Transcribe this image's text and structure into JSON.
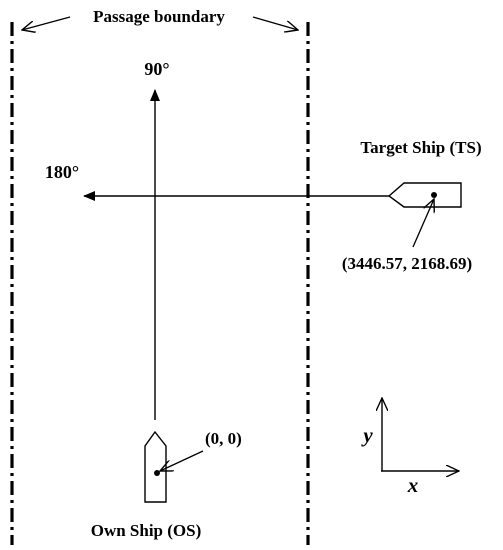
{
  "labels": {
    "boundary": "Passage boundary",
    "heading_90": "90°",
    "heading_180": "180°",
    "target_ship": "Target Ship (TS)",
    "target_coord": "(3446.57,  2168.69)",
    "own_origin": "(0, 0)",
    "own_ship": "Own Ship (OS)",
    "axis_x": "x",
    "axis_y": "y"
  },
  "colors": {
    "ink": "#000000",
    "background": "#ffffff"
  }
}
